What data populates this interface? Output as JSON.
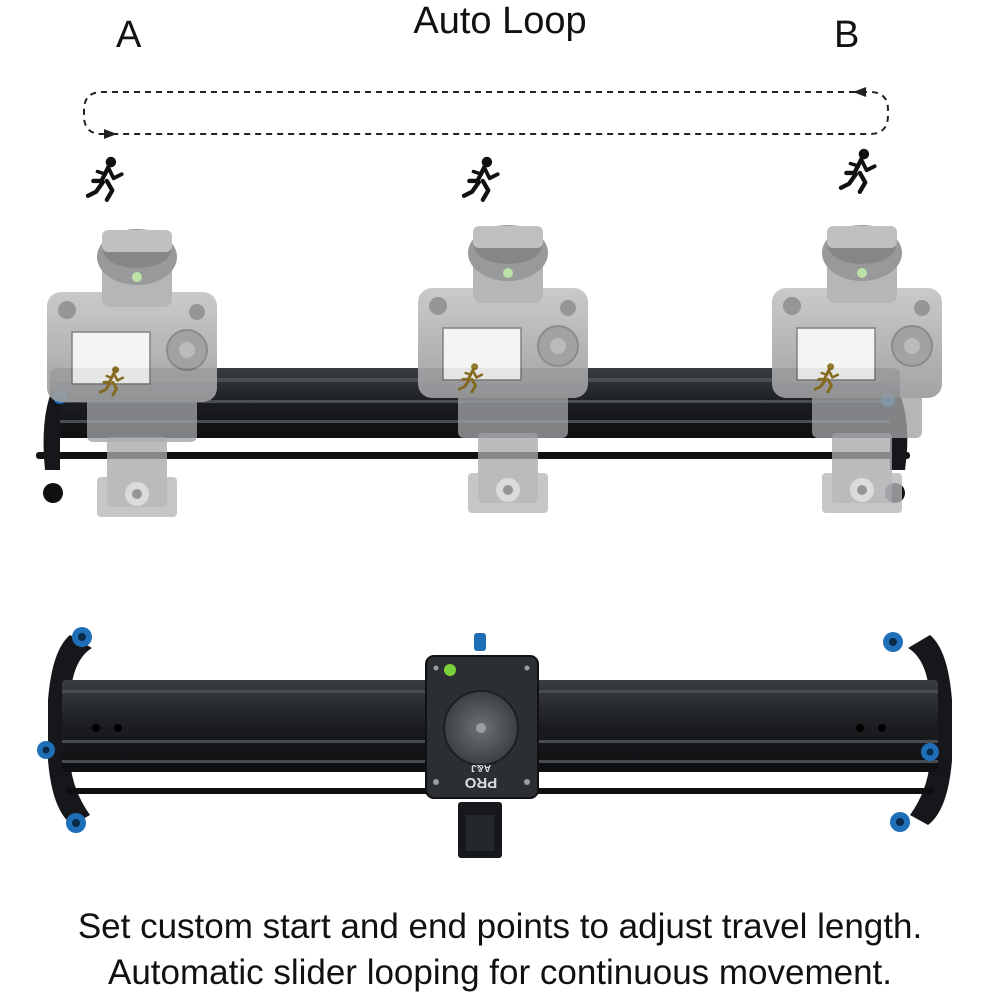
{
  "header": {
    "title": "Auto Loop",
    "point_a": "A",
    "point_b": "B"
  },
  "illustration": {
    "brand_text": "PRO",
    "brand_prefix": "A&J",
    "runner_icon": "running-person-icon",
    "loop_arrow_icon": "dashed-loop-arrow-icon"
  },
  "captions": {
    "line1": "Set custom start and end points to adjust travel length.",
    "line2": "Automatic slider looping for continuous movement."
  },
  "colors": {
    "rail": "#1b1d20",
    "accent_blue": "#1e6fb8",
    "ghost_camera": "#a9abad",
    "status_led": "#7bd13a"
  }
}
